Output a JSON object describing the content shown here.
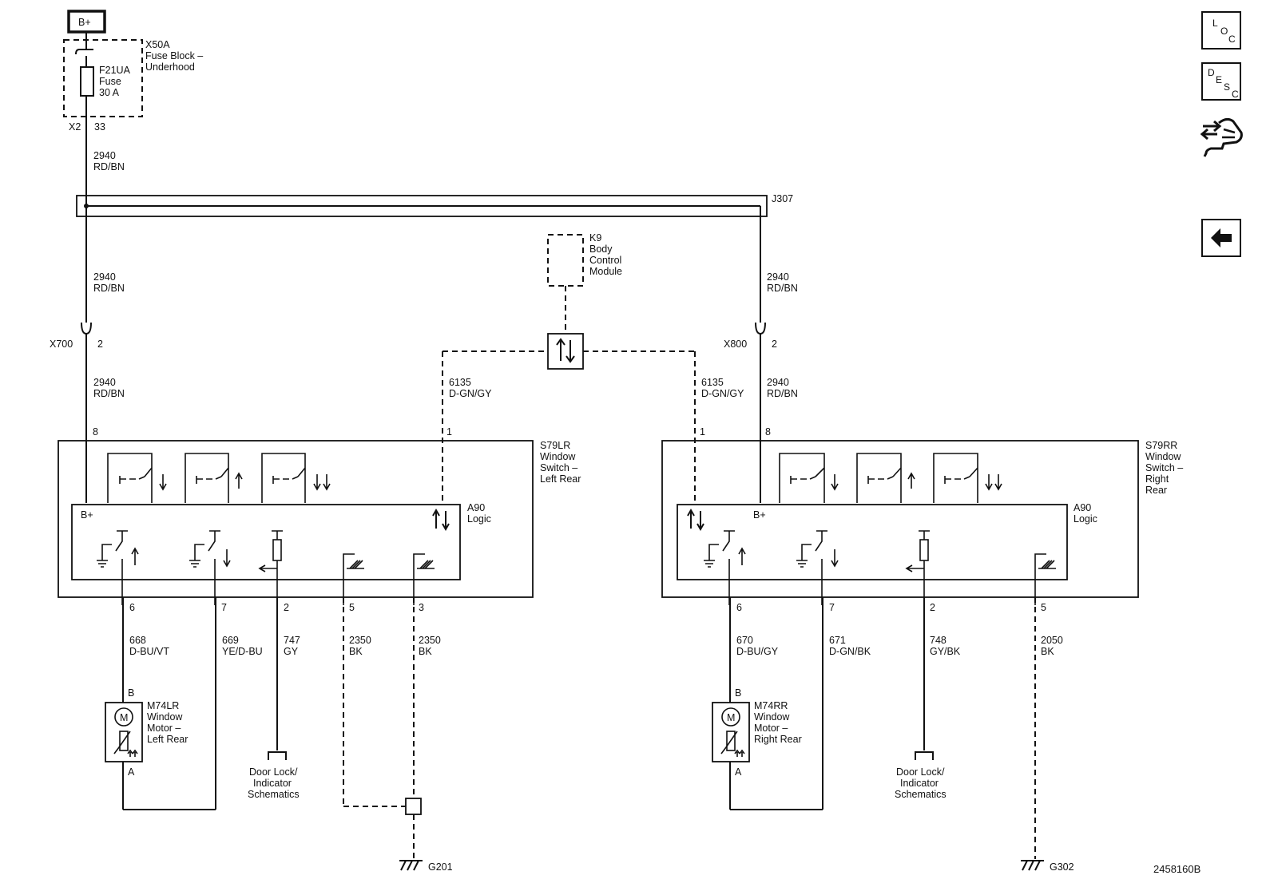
{
  "supply": {
    "bplus": "B+"
  },
  "fuse_block": {
    "id": "X50A",
    "line1": "Fuse Block –",
    "line2": "Underhood",
    "fuse_id": "F21UA",
    "fuse_word": "Fuse",
    "rating": "30 A",
    "conn": "X2",
    "pin": "33"
  },
  "splice": {
    "id": "J307"
  },
  "bcm": {
    "id": "K9",
    "line1": "Body",
    "line2": "Control",
    "line3": "Module"
  },
  "wires": {
    "w2940": "2940",
    "rdbn": "RD/BN",
    "w6135": "6135",
    "dgngy": "D-GN/GY"
  },
  "connectors": {
    "x700": "X700",
    "x800": "X800",
    "pin2": "2"
  },
  "left_switch": {
    "id": "S79LR",
    "line1": "Window",
    "line2": "Switch –",
    "line3": "Left Rear",
    "pin_top_b": "8",
    "pin_top_data": "1",
    "logic_id": "A90",
    "logic_word": "Logic",
    "bplus": "B+",
    "bottom_pins": [
      "6",
      "7",
      "2",
      "5",
      "3"
    ],
    "circuits": [
      "668",
      "669",
      "747",
      "2350",
      "2350"
    ],
    "colors": [
      "D-BU/VT",
      "YE/D-BU",
      "GY",
      "BK",
      "BK"
    ],
    "motor_id": "M74LR",
    "motor_line1": "Window",
    "motor_line2": "Motor –",
    "motor_line3": "Left Rear",
    "motor_pin_b": "B",
    "motor_pin_a": "A",
    "motor_symbol": "M",
    "door_lock1": "Door Lock/",
    "door_lock2": "Indicator",
    "door_lock3": "Schematics",
    "ground": "G201"
  },
  "right_switch": {
    "id": "S79RR",
    "line1": "Window",
    "line2": "Switch –",
    "line3": "Right",
    "line4": "Rear",
    "pin_top_b": "8",
    "pin_top_data": "1",
    "logic_id": "A90",
    "logic_word": "Logic",
    "bplus": "B+",
    "bottom_pins": [
      "6",
      "7",
      "2",
      "5"
    ],
    "circuits": [
      "670",
      "671",
      "748",
      "2050"
    ],
    "colors": [
      "D-BU/GY",
      "D-GN/BK",
      "GY/BK",
      "BK"
    ],
    "motor_id": "M74RR",
    "motor_line1": "Window",
    "motor_line2": "Motor –",
    "motor_line3": "Right Rear",
    "motor_pin_b": "B",
    "motor_pin_a": "A",
    "motor_symbol": "M",
    "door_lock1": "Door Lock/",
    "door_lock2": "Indicator",
    "door_lock3": "Schematics",
    "ground": "G302"
  },
  "nav": {
    "loc": [
      "L",
      "O",
      "C"
    ],
    "desc": [
      "D",
      "E",
      "S",
      "C"
    ]
  },
  "figure_id": "2458160B"
}
